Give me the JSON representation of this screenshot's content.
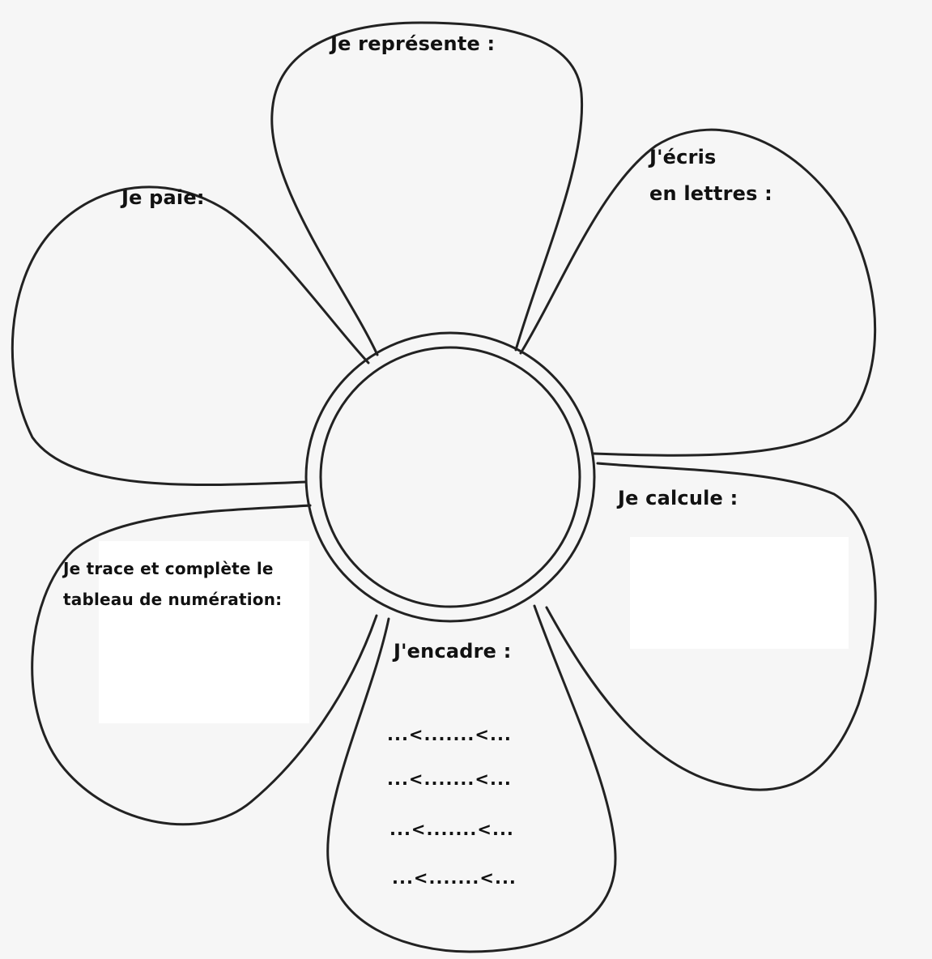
{
  "worksheet": {
    "petals": {
      "top": {
        "label": "Je représente :"
      },
      "top_right": {
        "label_line1": "J'écris",
        "label_line2": "en lettres :"
      },
      "left": {
        "label": "Je paie:"
      },
      "right": {
        "label": "Je calcule :"
      },
      "bottom_left": {
        "label_line1": "Je trace et complète le",
        "label_line2": "tableau de numération:"
      },
      "bottom": {
        "label": "J'encadre :",
        "lines": [
          "...<.......<...",
          "...<.......<...",
          "...<.......<...",
          "...<.......<..."
        ]
      }
    }
  }
}
